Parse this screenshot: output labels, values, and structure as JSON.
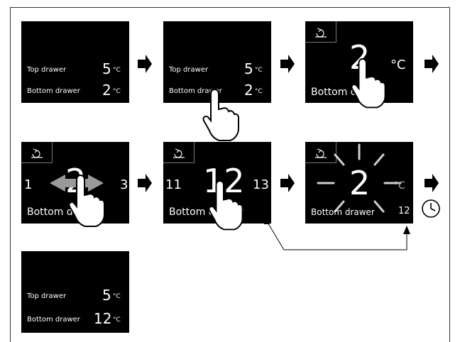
{
  "screens": {
    "s1": {
      "top_label": "Top drawer",
      "top_value": "5",
      "top_unit": "°C",
      "bottom_label": "Bottom drawer",
      "bottom_value": "2",
      "bottom_unit": "°C"
    },
    "s2": {
      "top_label": "Top drawer",
      "top_value": "5",
      "top_unit": "°C",
      "bottom_label": "Bottom drawer",
      "bottom_value": "2",
      "bottom_unit": "°C"
    },
    "s3": {
      "value": "2",
      "unit": "°C",
      "label": "Bottom drawer"
    },
    "s4": {
      "left_value": "1",
      "value": "2",
      "right_value": "3",
      "label": "Bottom drawer"
    },
    "s5": {
      "left_value": "11",
      "value": "12",
      "right_value": "13",
      "label": "Bottom drawer"
    },
    "s6": {
      "value": "2",
      "unit": "°C",
      "label": "Bottom drawer",
      "new_value": "12"
    },
    "s7": {
      "top_label": "Top drawer",
      "top_value": "5",
      "top_unit": "°C",
      "bottom_label": "Bottom drawer",
      "bottom_value": "12",
      "bottom_unit": "°C"
    }
  },
  "icons": [
    "back-icon",
    "tap-hand-icon",
    "swipe-hand-icon",
    "clock-icon",
    "next-arrow-icon"
  ],
  "colors": {
    "screen": "#000000",
    "text": "#ffffff",
    "arrow": "#000000",
    "swipe_arrow": "#9a9a9a"
  }
}
